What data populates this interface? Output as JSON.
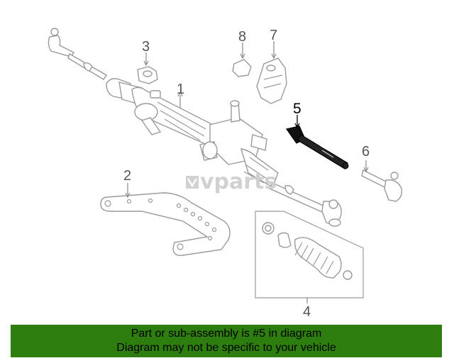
{
  "callouts": {
    "c1": "1",
    "c2": "2",
    "c3": "3",
    "c4": "4",
    "c5": "5",
    "c6": "6",
    "c7": "7",
    "c8": "8"
  },
  "highlighted_part": "5",
  "watermark": "vparts",
  "banner": {
    "line1": "Part or sub-assembly is #5 in diagram",
    "line2": "Diagram may not be specific to your vehicle",
    "background_color": "#2e7d0f"
  }
}
